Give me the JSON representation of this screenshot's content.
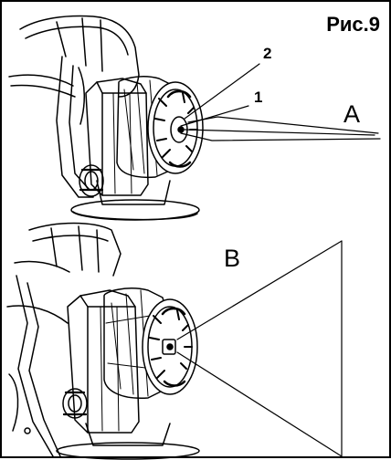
{
  "figure": {
    "title": "Рис.9",
    "callouts": [
      "2",
      "1"
    ],
    "views": [
      "A",
      "B"
    ]
  },
  "colors": {
    "line": "#000000",
    "background": "#ffffff",
    "shade": "#222222"
  }
}
